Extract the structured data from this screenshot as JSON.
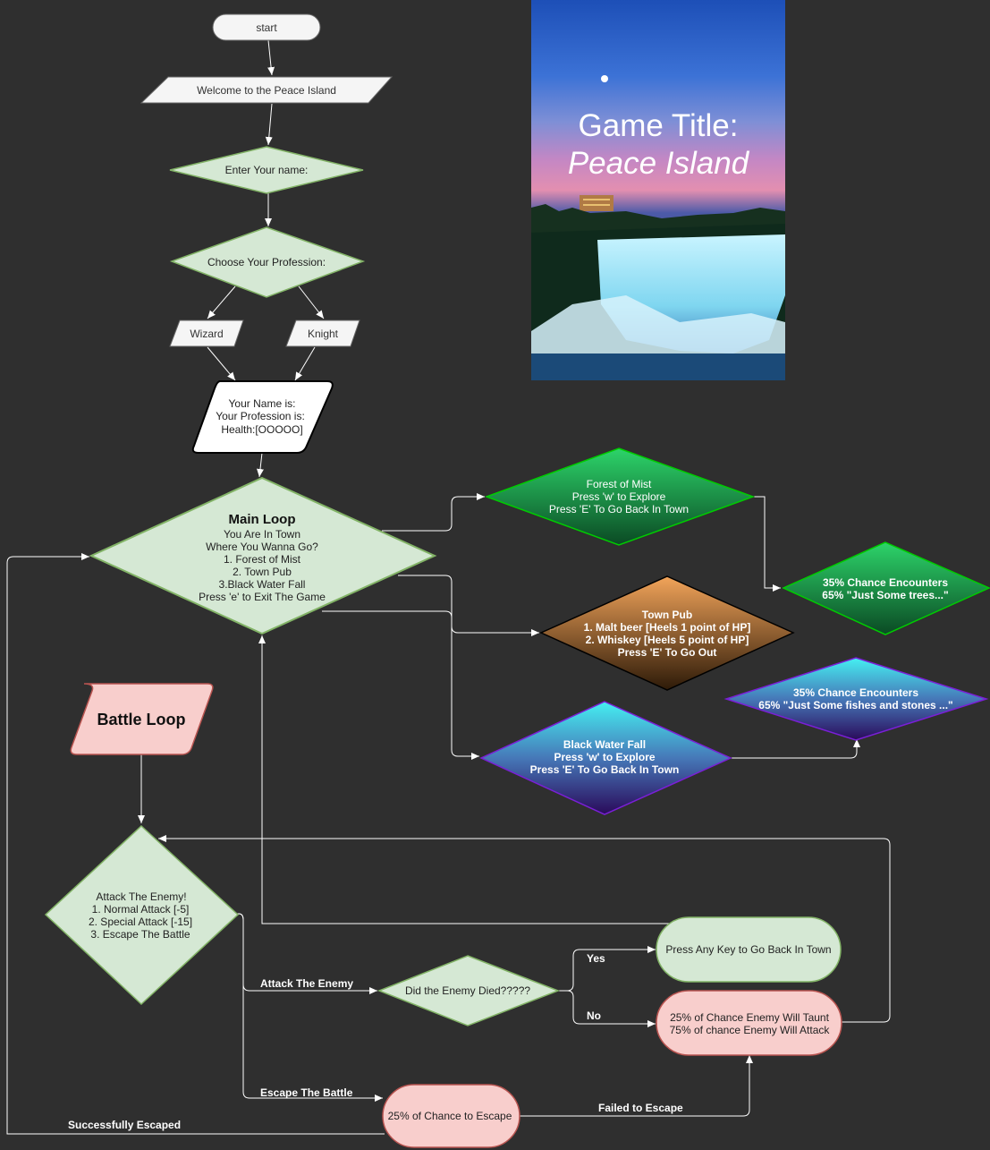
{
  "nodes": {
    "start": {
      "text": "start"
    },
    "welcome": {
      "text": "Welcome to the Peace Island"
    },
    "enter_name": {
      "text": "Enter Your name:"
    },
    "choose_prof": {
      "text": "Choose Your Profession:"
    },
    "wizard": {
      "text": "Wizard"
    },
    "knight": {
      "text": "Knight"
    },
    "status": {
      "lines": [
        "Your Name is:",
        "Your Profession is:",
        "Health:[OOOOO]"
      ]
    },
    "main_loop": {
      "title": "Main Loop",
      "lines": [
        "You Are In Town",
        "Where You Wanna Go?",
        "1. Forest of Mist",
        "2. Town Pub",
        "3.Black Water Fall",
        "Press 'e' to Exit The Game"
      ]
    },
    "forest": {
      "lines": [
        "Forest of Mist",
        "Press 'w' to Explore",
        "Press 'E' To Go Back In Town"
      ]
    },
    "forest_chance": {
      "lines": [
        "35% Chance Encounters",
        "65% \"Just Some trees...\""
      ]
    },
    "pub": {
      "lines": [
        "Town Pub",
        "1. Malt beer [Heels 1 point of HP]",
        "2. Whiskey [Heels 5 point of HP]",
        "Press 'E' To Go Out"
      ]
    },
    "water": {
      "lines": [
        "Black Water Fall",
        "Press 'w' to Explore",
        "Press 'E' To Go Back In Town"
      ]
    },
    "water_chance": {
      "lines": [
        "35% Chance Encounters",
        "65% \"Just Some fishes and stones ...\""
      ]
    },
    "battle_loop": {
      "text": "Battle Loop"
    },
    "attack_menu": {
      "lines": [
        "Attack The Enemy!",
        "1. Normal Attack [-5]",
        "2. Special Attack [-15]",
        "3. Escape The Battle"
      ]
    },
    "died": {
      "text": "Did the Enemy Died?????"
    },
    "back_town": {
      "text": "Press Any Key to Go Back In Town"
    },
    "taunt": {
      "lines": [
        "25% of Chance Enemy Will Taunt",
        "75% of chance Enemy Will Attack"
      ]
    },
    "escape": {
      "text": "25% of Chance to Escape"
    }
  },
  "edge_labels": {
    "attack": "Attack The Enemy",
    "escape_battle": "Escape The Battle",
    "yes": "Yes",
    "no": "No",
    "failed": "Failed to Escape",
    "success": "Successfully Escaped"
  },
  "poster": {
    "title_line1": "Game Title:",
    "title_line2": "Peace Island"
  },
  "colors": {
    "background": "#2f2f2f",
    "green_fill": "#d5e8d4",
    "green_stroke": "#82b366",
    "red_fill": "#f8cecc",
    "red_stroke": "#b85450",
    "edge": "#ffffff"
  }
}
